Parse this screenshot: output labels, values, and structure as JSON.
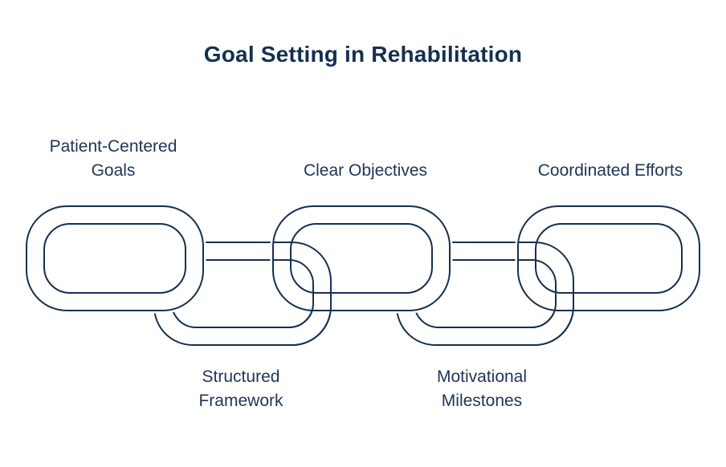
{
  "title": "Goal Setting in Rehabilitation",
  "theme": {
    "background": "#ffffff",
    "title_color": "#15304f",
    "label_color": "#1e3557",
    "stroke_color": "#15304f",
    "stroke_width": 2
  },
  "diagram": {
    "type": "chain-links",
    "link_count": 5,
    "links": [
      {
        "label": "Patient-Centered\nGoals",
        "position": "upper",
        "label_placement": "above"
      },
      {
        "label": "Structured\nFramework",
        "position": "lower",
        "label_placement": "below"
      },
      {
        "label": "Clear Objectives",
        "position": "upper",
        "label_placement": "above"
      },
      {
        "label": "Motivational\nMilestones",
        "position": "lower",
        "label_placement": "below"
      },
      {
        "label": "Coordinated Efforts",
        "position": "upper",
        "label_placement": "above"
      }
    ]
  }
}
